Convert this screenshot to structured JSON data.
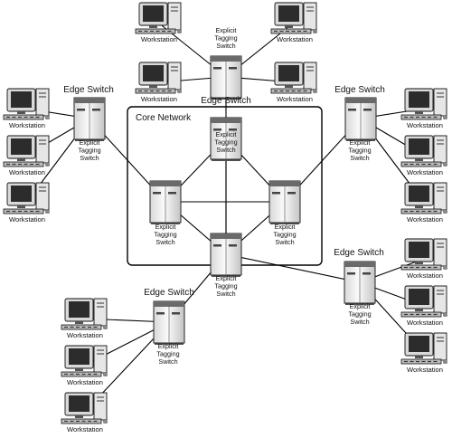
{
  "labels": {
    "core_network": "Core Network",
    "edge_switch": "Edge Switch",
    "switch_line1": "Explicit",
    "switch_line2": "Tagging",
    "switch_line3": "Switch",
    "workstation": "Workstation"
  },
  "switches": [
    {
      "id": "top",
      "edge_label": true
    },
    {
      "id": "left",
      "edge_label": true
    },
    {
      "id": "right",
      "edge_label": true
    },
    {
      "id": "lower-right",
      "edge_label": true
    },
    {
      "id": "lower-left",
      "edge_label": true
    },
    {
      "id": "core-top",
      "edge_label": false
    },
    {
      "id": "core-left",
      "edge_label": false
    },
    {
      "id": "core-right",
      "edge_label": false
    },
    {
      "id": "core-bottom",
      "edge_label": false
    }
  ],
  "links": [
    [
      "core-top",
      "core-left"
    ],
    [
      "core-top",
      "core-right"
    ],
    [
      "core-top",
      "core-bottom"
    ],
    [
      "core-left",
      "core-right"
    ],
    [
      "core-left",
      "core-bottom"
    ],
    [
      "core-right",
      "core-bottom"
    ],
    [
      "core-left",
      "left"
    ],
    [
      "core-right",
      "right"
    ],
    [
      "core-bottom",
      "top"
    ],
    [
      "core-bottom",
      "lower-left"
    ],
    [
      "core-bottom",
      "lower-right"
    ]
  ],
  "workstation_groups": [
    {
      "switch": "top",
      "count": 4
    },
    {
      "switch": "left",
      "count": 3
    },
    {
      "switch": "right",
      "count": 3
    },
    {
      "switch": "lower-right",
      "count": 3
    },
    {
      "switch": "lower-left",
      "count": 3
    }
  ]
}
